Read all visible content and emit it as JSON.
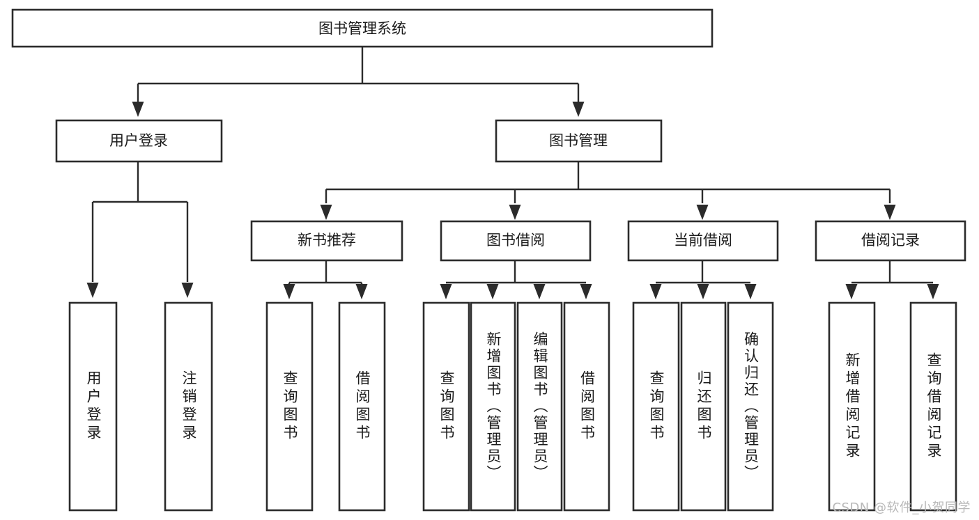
{
  "diagram": {
    "title": "图书管理系统",
    "watermark": "CSDN @软件_小贺同学",
    "stroke_color": "#2b2b2b",
    "text_color": "#1b1b1b",
    "background_color": "#ffffff",
    "watermark_color": "#b9b9b9",
    "root": {
      "label": "图书管理系统"
    },
    "level2": [
      {
        "label": "用户登录"
      },
      {
        "label": "图书管理"
      }
    ],
    "level3": [
      {
        "label": "新书推荐"
      },
      {
        "label": "图书借阅"
      },
      {
        "label": "当前借阅"
      },
      {
        "label": "借阅记录"
      }
    ],
    "leaves": {
      "user_login": [
        {
          "label": "用户登录"
        },
        {
          "label": "注销登录"
        }
      ],
      "new_book_recommend": [
        {
          "label": "查询图书"
        },
        {
          "label": "借阅图书"
        }
      ],
      "book_borrow": [
        {
          "label": "查询图书"
        },
        {
          "label": "新增图书（管理员）"
        },
        {
          "label": "编辑图书（管理员）"
        },
        {
          "label": "借阅图书"
        }
      ],
      "current_borrow": [
        {
          "label": "查询图书"
        },
        {
          "label": "归还图书"
        },
        {
          "label": "确认归还（管理员）"
        }
      ],
      "borrow_records": [
        {
          "label": "新增借阅记录"
        },
        {
          "label": "查询借阅记录"
        }
      ]
    }
  }
}
